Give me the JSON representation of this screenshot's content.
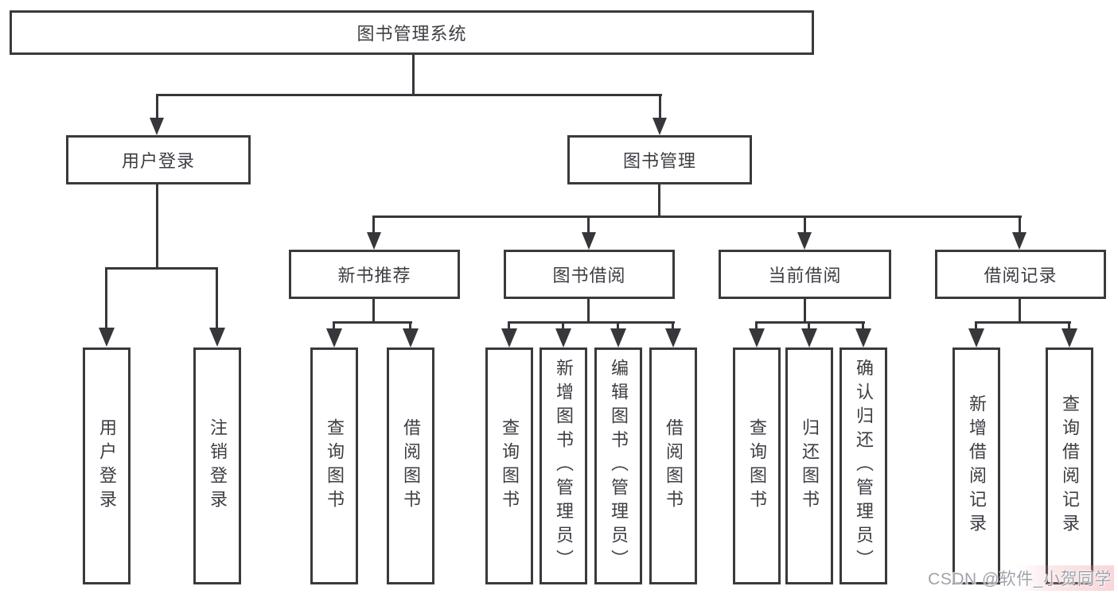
{
  "diagram": {
    "root": {
      "label": "图书管理系统"
    },
    "branches": {
      "user_login": {
        "label": "用户登录"
      },
      "book_mgmt": {
        "label": "图书管理"
      }
    },
    "modules": {
      "new_books": {
        "label": "新书推荐"
      },
      "book_borrow": {
        "label": "图书借阅"
      },
      "current_borrow": {
        "label": "当前借阅"
      },
      "borrow_records": {
        "label": "借阅记录"
      }
    },
    "leaves": {
      "user_login": "用户登录",
      "logout": "注销登录",
      "nb_query_books": "查询图书",
      "nb_borrow_books": "借阅图书",
      "bb_query_books": "查询图书",
      "bb_add_books": "新增图书（管理员）",
      "bb_edit_books": "编辑图书（管理员）",
      "bb_borrow_books": "借阅图书",
      "cb_query_books": "查询图书",
      "cb_return_books": "归还图书",
      "cb_confirm_return": "确认归还（管理员）",
      "br_add_record": "新增借阅记录",
      "br_query_record": "查询借阅记录"
    }
  },
  "watermark": {
    "text": "CSDN @软件_小贺同学"
  },
  "colors": {
    "line": "#37373b",
    "box_border": "#3a3a3e",
    "text": "#3d3d44",
    "watermark_gray": "#a2a2ab",
    "watermark_tint": "#ec848e",
    "background": "#ffffff"
  }
}
